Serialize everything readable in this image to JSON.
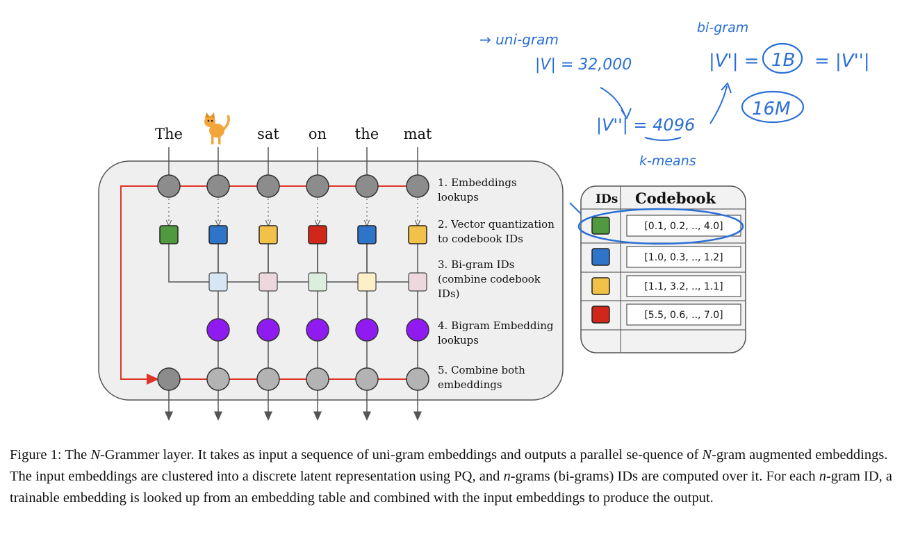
{
  "tokens": [
    "The",
    "",
    "sat",
    "on",
    "the",
    "mat"
  ],
  "token_cat_icon": "cat-icon",
  "steps": [
    [
      "1. Embeddings",
      "lookups"
    ],
    [
      "2. Vector quantization",
      "to codebook IDs"
    ],
    [
      "3. Bi-gram IDs",
      "(combine codebook",
      "IDs)"
    ],
    [
      "4. Bigram Embedding",
      "lookups"
    ],
    [
      "5. Combine both",
      "embeddings"
    ]
  ],
  "codebook": {
    "ids_header": "IDs",
    "codebook_header": "Codebook",
    "rows": [
      {
        "color": "#4f9a3e",
        "value": "[0.1, 0.2, .., 4.0]"
      },
      {
        "color": "#2e74c8",
        "value": "[1.0, 0.3, .., 1.2]"
      },
      {
        "color": "#f2c14a",
        "value": "[1.1, 3.2, .., 1.1]"
      },
      {
        "color": "#d0271a",
        "value": "[5.5, 0.6, .., 7.0]"
      }
    ]
  },
  "colors": {
    "quantized": [
      "#4f9a3e",
      "#2e74c8",
      "#f2c14a",
      "#d0271a",
      "#2e74c8",
      "#f2c14a"
    ],
    "bigram": [
      "#d6e6f4",
      "#ecd8dd",
      "#dceedd",
      "#fdf0c9",
      "#ecd8dd"
    ],
    "bigram_embedding": "#8f1bf0",
    "residual_line": "#e0342a",
    "panel": "#efefef"
  },
  "handwriting": {
    "unigram_label": "→ uni-gram",
    "v_size": "|V| = 32,000",
    "kmeans_size": "|V''| = 4096",
    "kmeans_label": "k-means",
    "bigram_label": "bi-gram",
    "bigram_size": "|V'| =",
    "bigram_1b": "1B",
    "bigram_tail": "= |V''|",
    "circled_16m": "16M"
  },
  "caption": {
    "prefix": "Figure 1: The ",
    "n_italic": "N",
    "part1": "-Grammer layer. It takes as input a sequence of uni-gram embeddings and outputs a parallel se-quence of ",
    "n_italic2": "N",
    "part2": "-gram augmented embeddings. The input embeddings are clustered into a discrete latent representation using PQ, and ",
    "n_italic3": "n",
    "part3": "-grams (bi-grams) IDs are computed over it. For each ",
    "n_italic4": "n",
    "part4": "-gram ID, a trainable embedding is looked up from an embedding table and combined with the input embeddings to produce the output."
  }
}
